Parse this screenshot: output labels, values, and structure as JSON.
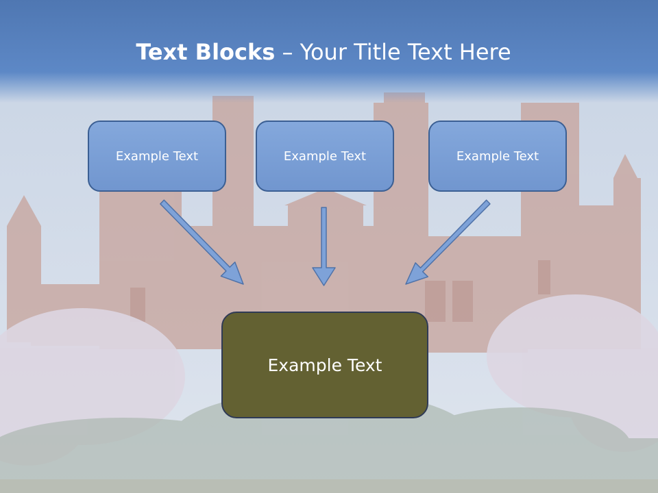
{
  "slide": {
    "title_bold": "Text Blocks",
    "title_rest": " – Your Title Text Here",
    "boxes": [
      {
        "label": "Example Text"
      },
      {
        "label": "Example Text"
      },
      {
        "label": "Example Text"
      }
    ],
    "target_box": {
      "label": "Example Text"
    }
  },
  "colors": {
    "header": "#5d88c6",
    "box_fill": "#7b9fd6",
    "box_border": "#3b5f93",
    "target_fill": "#636132",
    "arrow_fill": "#7ea2d8"
  }
}
